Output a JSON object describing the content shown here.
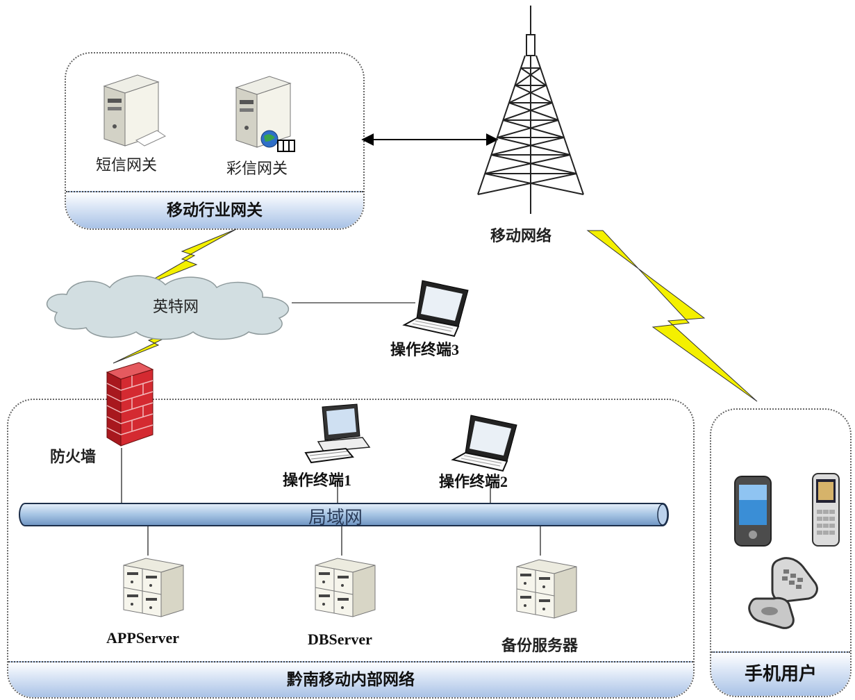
{
  "groups": {
    "gateway": {
      "title": "移动行业网关"
    },
    "internal": {
      "title": "黔南移动内部网络"
    },
    "mobile_users": {
      "title": "手机用户"
    }
  },
  "nodes": {
    "sms_gateway": "短信网关",
    "mms_gateway": "彩信网关",
    "mobile_network": "移动网络",
    "internet": "英特网",
    "terminal_3": "操作终端3",
    "firewall": "防火墙",
    "terminal_1": "操作终端1",
    "terminal_2": "操作终端2",
    "lan": "局域网",
    "app_server": "APPServer",
    "db_server": "DBServer",
    "backup_server": "备份服务器"
  },
  "colors": {
    "band_blue": "#a9c2e6",
    "cloud": "#d2dee1",
    "bus": "#a6c4e4",
    "lightning": "#f4f000",
    "firewall_brick": "#c8232b"
  },
  "icons": [
    "server-icon",
    "antenna-tower-icon",
    "cloud-icon",
    "laptop-icon",
    "desktop-pc-icon",
    "firewall-icon",
    "server-rack-icon",
    "smartphone-icon",
    "feature-phone-icon",
    "flip-phone-icon",
    "lightning-icon"
  ]
}
